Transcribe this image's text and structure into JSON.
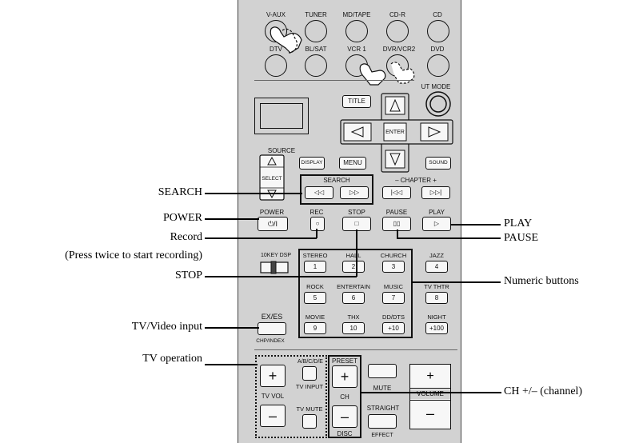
{
  "remote": {
    "input_row1": [
      "V-AUX",
      "TUNER",
      "MD/TAPE",
      "CD-R",
      "CD"
    ],
    "input_row2": [
      "DTV",
      "BL/SAT",
      "VCR 1",
      "DVR/VCR2",
      "DVD"
    ],
    "input_mode_label": "UT MODE",
    "title_label": "TITLE",
    "enter_label": "ENTER",
    "source_label": "SOURCE",
    "select_label": "SELECT",
    "display_label": "DISPLAY",
    "menu_label": "MENU",
    "sound_label": "SOUND",
    "search_label": "SEARCH",
    "chapter_label": "–  CHAPTER  +",
    "transport_labels": [
      "POWER",
      "REC",
      "STOP",
      "PAUSE",
      "PLAY"
    ],
    "power_glyph": "⏻/I",
    "tenkey_label": "10KEY  DSP",
    "numeric_keys": [
      {
        "label": "STEREO",
        "key": "1"
      },
      {
        "label": "HALL",
        "key": "2"
      },
      {
        "label": "CHURCH",
        "key": "3"
      },
      {
        "label": "JAZZ",
        "key": "4"
      },
      {
        "label": "ROCK",
        "key": "5"
      },
      {
        "label": "ENTERTAIN",
        "key": "6"
      },
      {
        "label": "MUSIC",
        "key": "7"
      },
      {
        "label": "TV THTR",
        "key": "8"
      },
      {
        "label": "MOVIE",
        "key": "9"
      },
      {
        "label": "THX",
        "key": "10"
      },
      {
        "label": "DD/DTS",
        "key": "+10"
      },
      {
        "label": "NIGHT",
        "key": "+100"
      }
    ],
    "exes_label": "EX/ES",
    "chp_index_label": "CHP/INDEX",
    "abcde_label": "A/B/C/D/E",
    "tv_input_label": "TV INPUT",
    "tv_vol_label": "TV VOL",
    "tv_mute_label": "TV MUTE",
    "preset_label": "PRESET",
    "ch_label": "CH",
    "disc_label": "DISC",
    "mute_label": "MUTE",
    "volume_label": "VOLUME",
    "straight_label": "STRAIGHT",
    "effect_label": "EFFECT"
  },
  "callouts": {
    "search": "SEARCH",
    "power": "POWER",
    "record": "Record",
    "record_note": "(Press twice to start recording)",
    "stop": "STOP",
    "tv_video_input": "TV/Video input",
    "tv_operation": "TV operation",
    "play": "PLAY",
    "pause": "PAUSE",
    "numeric_buttons": "Numeric buttons",
    "ch_channel": "CH +/– (channel)"
  }
}
